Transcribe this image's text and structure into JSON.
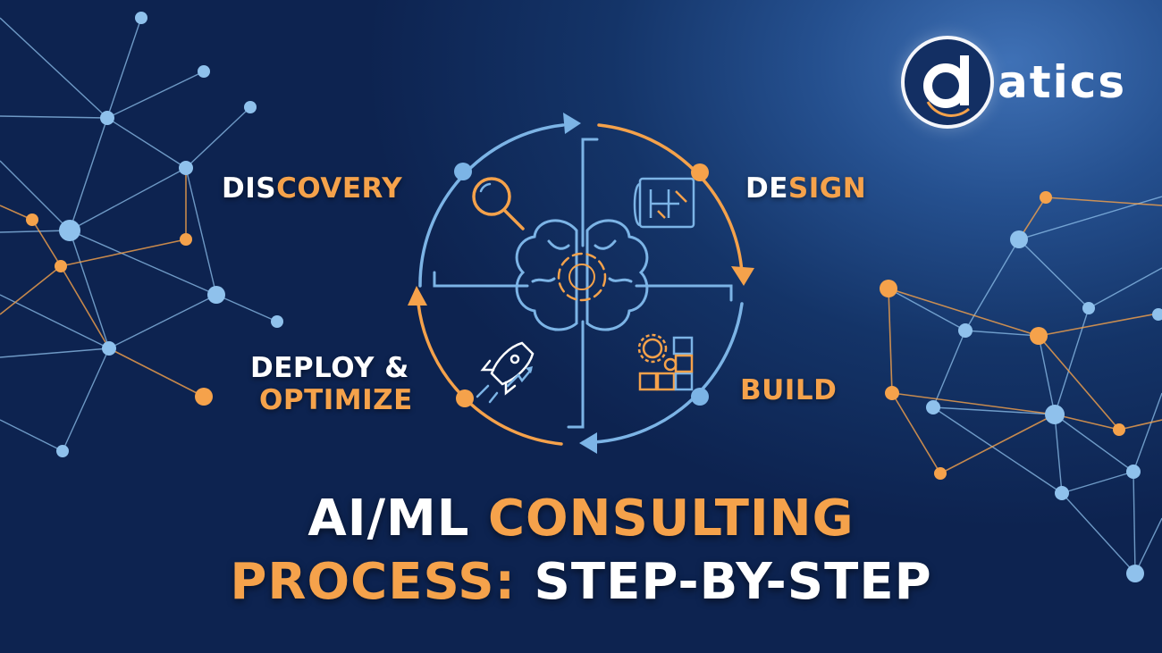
{
  "logo": {
    "letter": "d",
    "text": "atics"
  },
  "stages": {
    "discovery": {
      "part1": "DIS",
      "part2": "COVERY"
    },
    "design": {
      "part1": "DE",
      "part2": "SIGN"
    },
    "build": {
      "part1": "BUILD"
    },
    "deploy": {
      "line1": "DEPLOY &",
      "line2": "OPTIMIZE"
    }
  },
  "headline": {
    "line1_white": "AI/ML",
    "line1_orange": "CONSULTING",
    "line2_orange": "PROCESS:",
    "line2_white": "STEP-BY-STEP"
  },
  "icons": [
    "magnifier-icon",
    "blueprint-icon",
    "brain-icon",
    "gears-blocks-icon",
    "rocket-icon"
  ],
  "colors": {
    "accent": "#f5a24b",
    "blue": "#7cb4e6",
    "white": "#ffffff",
    "background": "#143468"
  }
}
